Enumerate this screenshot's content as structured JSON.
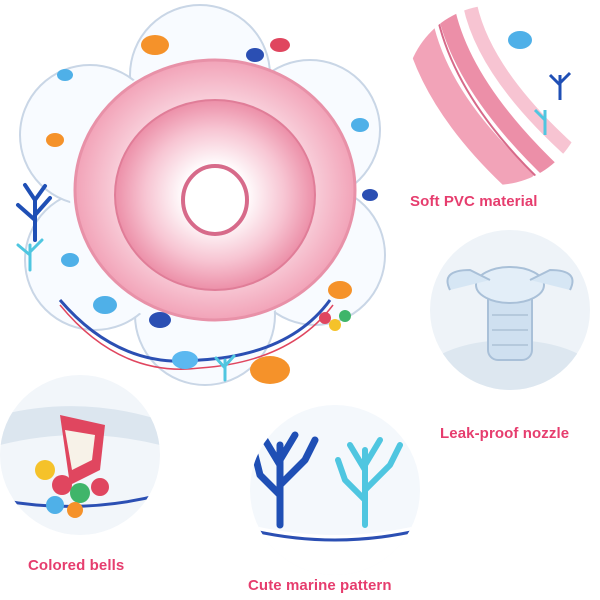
{
  "captions": {
    "material": "Soft PVC material",
    "nozzle": "Leak-proof nozzle",
    "marine": "Cute marine pattern",
    "bells": "Colored bells"
  },
  "colors": {
    "caption": "#e63d6e",
    "ring_pink": "#f2a3b8",
    "coral_blue": "#1f4fb5",
    "coral_cyan": "#4fc6e0",
    "fish_orange": "#f5922a"
  },
  "icons": {
    "product": "baby-swim-ring-illustration",
    "material": "pink-pvc-closeup",
    "nozzle": "air-valve-closeup",
    "marine": "coral-pattern-closeup",
    "bells": "colored-bells-closeup"
  }
}
